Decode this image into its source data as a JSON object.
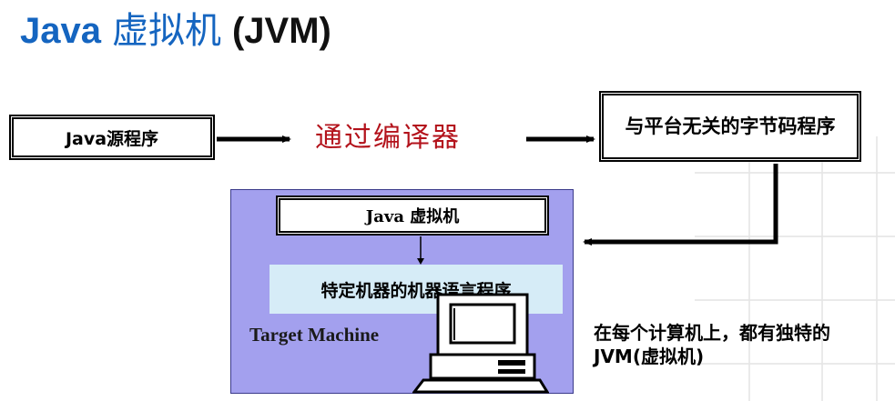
{
  "title": {
    "part1": "Java",
    "part2": "虚拟机",
    "part3": "(JVM)"
  },
  "diagram": {
    "source_box": "Java源程序",
    "compiler_label": "通过编译器",
    "bytecode_box": "与平台无关的字节码程序",
    "jvm_box": "Java 虚拟机",
    "machine_code_box": "特定机器的机器语言程序",
    "target_label": "Target Machine",
    "note": "在每个计算机上，都有独特的JVM(虚拟机)"
  },
  "colors": {
    "title_blue": "#1565c0",
    "compiler_red": "#b3121b",
    "panel_purple": "#a3a0ee",
    "machine_box_bg": "#d6ecf7"
  },
  "icons": {
    "computer": "computer-terminal-icon"
  }
}
